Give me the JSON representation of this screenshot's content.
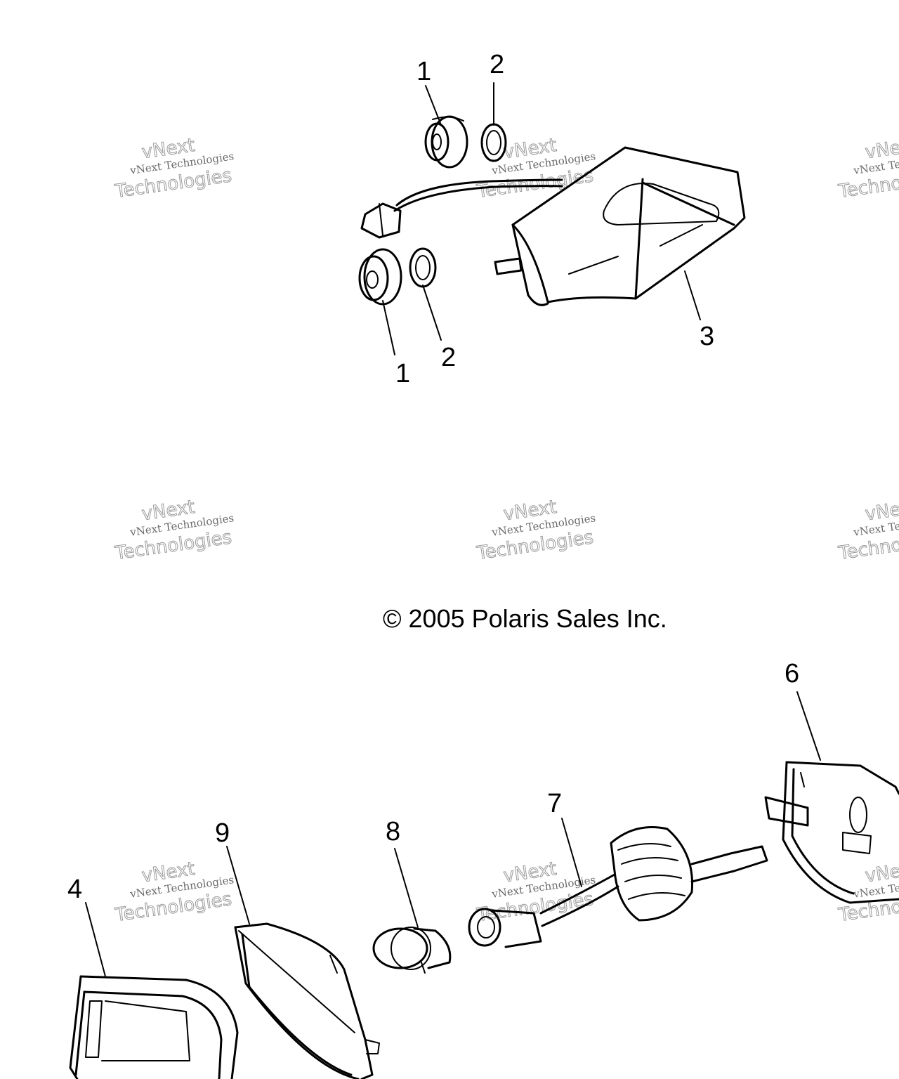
{
  "copyright": "© 2005 Polaris Sales Inc.",
  "watermark": {
    "brand": "vNext",
    "line1": "vNext Technologies",
    "line2": "Technologies"
  },
  "callouts": {
    "c1a": "1",
    "c2a": "2",
    "c1b": "1",
    "c2b": "2",
    "c3": "3",
    "c4": "4",
    "c6": "6",
    "c7": "7",
    "c8": "8",
    "c9": "9"
  }
}
